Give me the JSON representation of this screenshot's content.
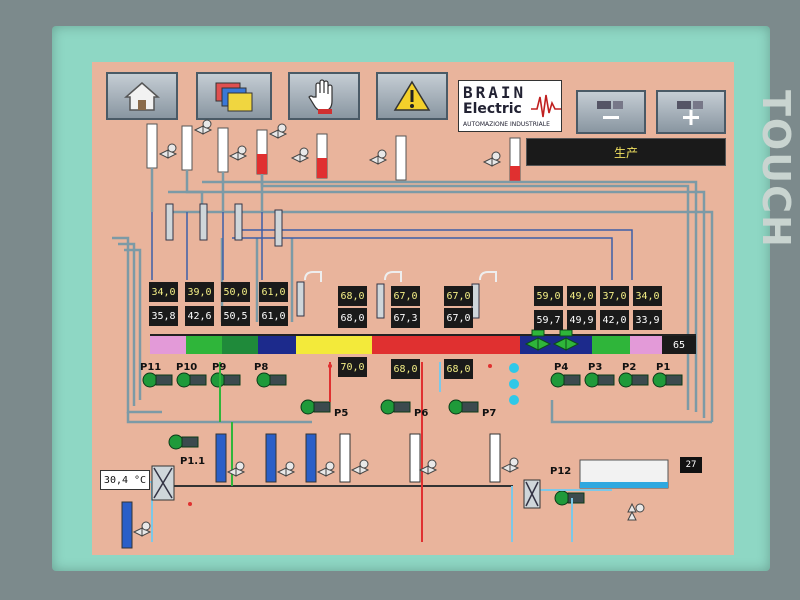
{
  "toolbar": {
    "home": "home-icon",
    "folders": "folders-icon",
    "hand": "hand-stop-icon",
    "alarm": "warning-icon",
    "zoom_out": "minus-icon",
    "zoom_in": "plus-icon"
  },
  "logo": {
    "line1": "BRAIN",
    "line2": "Electric",
    "line3": "AUTOMAZIONE INDUSTRIALE"
  },
  "status": "生产",
  "bezel_text": "TOUCH",
  "values_top": [
    "34,0",
    "39,0",
    "50,0",
    "61,0",
    "68,0",
    "67,0",
    "67,0",
    "59,0",
    "49,0",
    "37,0",
    "34,0"
  ],
  "values_bottom": [
    "35,8",
    "42,6",
    "50,5",
    "61,0",
    "68,0",
    "67,3",
    "67,0",
    "59,7",
    "49,9",
    "42,0",
    "33,9"
  ],
  "values_lower": [
    "70,0",
    "68,0",
    "68,0"
  ],
  "tank_value": "65",
  "tank_p12_value": "27",
  "readout": "30,4 °C",
  "pumps": {
    "p11": "P11",
    "p10": "P10",
    "p9": "P9",
    "p8": "P8",
    "p5": "P5",
    "p6": "P6",
    "p7": "P7",
    "p4": "P4",
    "p3": "P3",
    "p2": "P2",
    "p1": "P1",
    "p1_1": "P1.1",
    "p12": "P12"
  },
  "colors": {
    "screen_bg": "#e9b49c",
    "pink": "#e39ad8",
    "green": "#2fb53a",
    "darkgreen": "#1f8a3a",
    "navy": "#1c2a8c",
    "yellow": "#f3ea3a",
    "red": "#e03030",
    "pipe": "#7c9aa6"
  }
}
